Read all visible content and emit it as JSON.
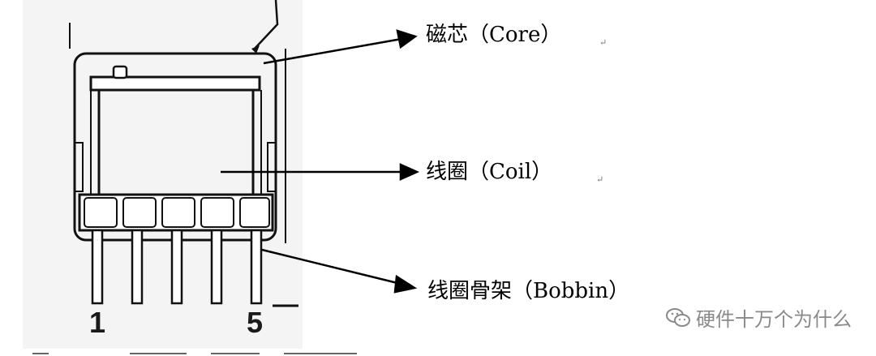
{
  "labels": {
    "core": "磁芯（Core）",
    "coil": "线圈（Coil）",
    "bobbin": "线圈骨架（Bobbin）"
  },
  "pins": {
    "first": "1",
    "last": "5"
  },
  "watermark": {
    "text": "硬件十万个为什么",
    "icon": "wechat-icon"
  },
  "colors": {
    "ink": "#000000",
    "scan_background": "#f4f4f4",
    "watermark": "#8a8a8a"
  }
}
